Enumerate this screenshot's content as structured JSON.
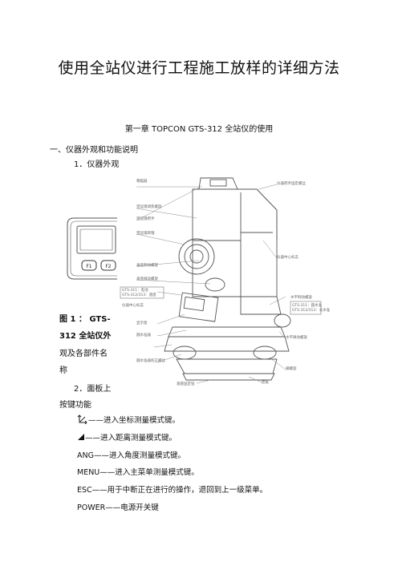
{
  "document": {
    "title": "使用全站仪进行工程施工放样的详细方法",
    "chapter": "第一章  TOPCON GTS-312  全站仪的使用",
    "section": "一、仪器外观和功能说明",
    "subsection1": "1．仪器外观",
    "figure_caption": {
      "line1": "图  1  ：  GTS-",
      "line2": "312  全站仪外",
      "line3": "观及各部件名",
      "line4": "称"
    },
    "subsection2_line1": "2．面板上",
    "subsection2_line2": "按键功能",
    "keys": [
      {
        "icon": "coordinate-icon",
        "text": "——进入坐标测量模式键。"
      },
      {
        "icon": "triangle-icon",
        "text": "——进入距离测量模式键。"
      },
      {
        "key": "ANG",
        "text": "——进入角度测量模式键。"
      },
      {
        "key": "MENU",
        "text": "——进入主菜单测量模式键。"
      },
      {
        "key": "ESC",
        "text": "——用于中断正在进行的操作，退回到上一级菜单。"
      },
      {
        "key": "POWER",
        "text": "——电源开关键"
      }
    ]
  },
  "figure": {
    "panel_keys": [
      "F1",
      "F2"
    ],
    "left_labels": [
      "粗瞄器",
      "望远镜调焦螺旋",
      "望远镜把手",
      "望远镜目镜",
      "垂直制动螺旋",
      "垂直微动螺旋",
      "GTS-311：电池",
      "GTS-312/313：基座",
      "仪器中心标志",
      "显示窗",
      "圆水准器",
      "圆水准器校正螺丝",
      "基座固定钮"
    ],
    "right_labels": [
      "仪器把手固定螺丝",
      "仪器中心标志",
      "水平制动螺旋",
      "GTS-311：圆水准",
      "GTS-312/313：长水准",
      "水平微动螺旋",
      "脚螺旋",
      "底板"
    ]
  }
}
